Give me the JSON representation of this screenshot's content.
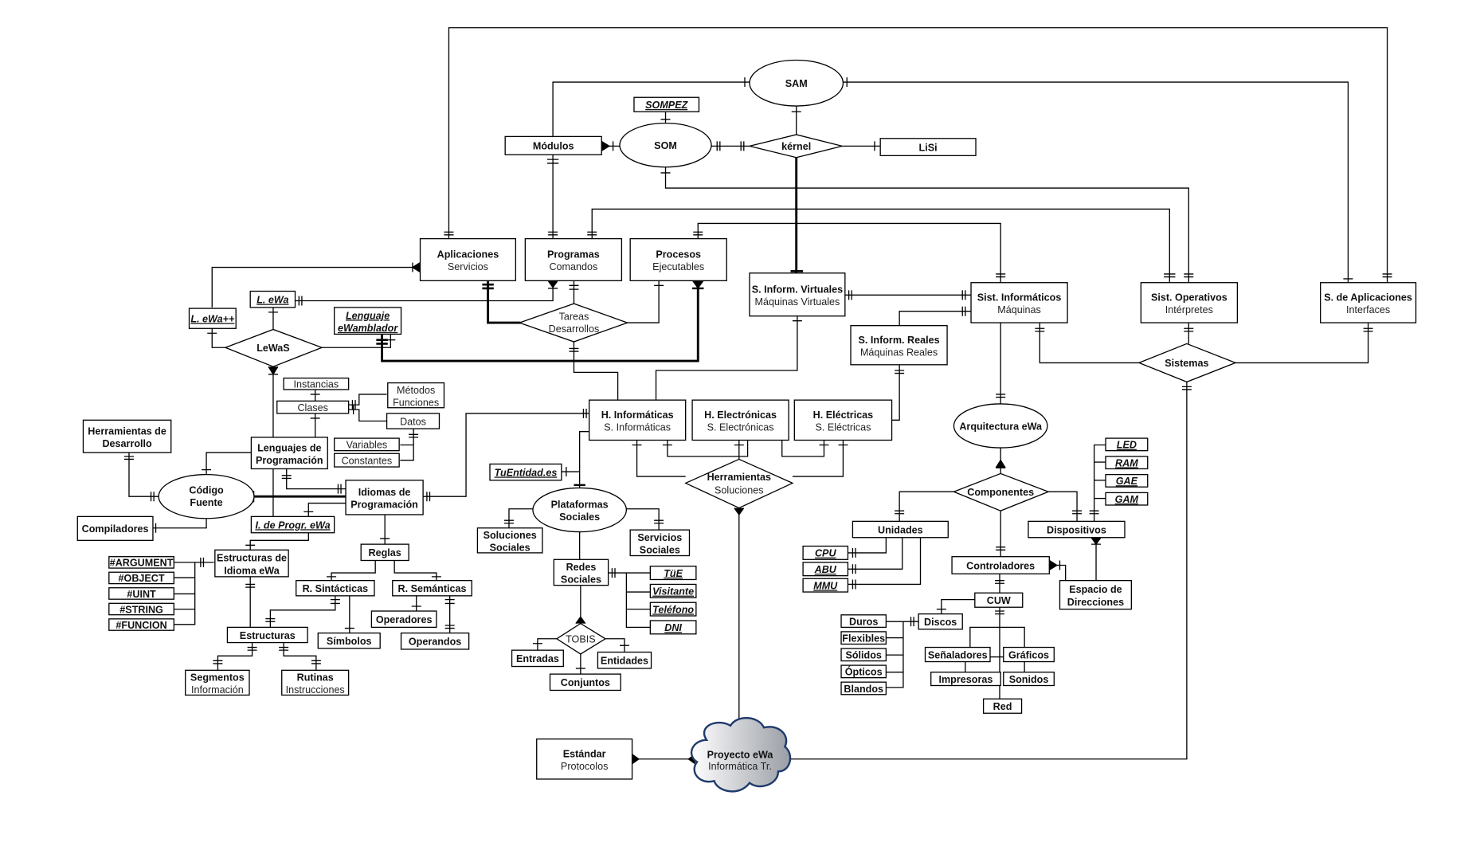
{
  "diagram": {
    "title": "Proyecto eWa - Modelo Entidad-Relación",
    "cloud": {
      "line1": "Proyecto eWa",
      "line2": "Informática Tr.",
      "fill_light": "#ffffff",
      "fill_dark": "#9a9ea5",
      "stroke": "#1f3a6b"
    },
    "entities": {
      "sam": {
        "line1": "SAM"
      },
      "som": {
        "line1": "SOM"
      },
      "sompez": {
        "line1": "SOMPEZ"
      },
      "modulos": {
        "line1": "Módulos"
      },
      "kernel": {
        "line1": "kérnel"
      },
      "lisi": {
        "line1": "LiSi"
      },
      "aplicaciones": {
        "line1": "Aplicaciones",
        "line2": "Servicios"
      },
      "programas": {
        "line1": "Programas",
        "line2": "Comandos"
      },
      "procesos": {
        "line1": "Procesos",
        "line2": "Ejecutables"
      },
      "s_inform_virtuales": {
        "line1": "S. Inform. Virtuales",
        "line2": "Máquinas Virtuales"
      },
      "sist_informaticos": {
        "line1": "Sist. Informáticos",
        "line2": "Máquinas"
      },
      "sist_operativos": {
        "line1": "Sist. Operativos",
        "line2": "Intérpretes"
      },
      "s_de_aplicaciones": {
        "line1": "S. de Aplicaciones",
        "line2": "Interfaces"
      },
      "s_inform_reales": {
        "line1": "S. Inform. Reales",
        "line2": "Máquinas Reales"
      },
      "sistemas": {
        "line1": "Sistemas"
      },
      "tareas": {
        "line1": "Tareas",
        "line2": "Desarrollos"
      },
      "l_ewa": {
        "line1": "L. eWa"
      },
      "l_ewapp": {
        "line1": "L. eWa++"
      },
      "lenguaje_ewamblador": {
        "line1": "Lenguaje",
        "line2": "eWamblador"
      },
      "lewas": {
        "line1": "LeWaS"
      },
      "instancias": {
        "line1": "Instancias"
      },
      "clases": {
        "line1": "Clases"
      },
      "metodos": {
        "line1": "Métodos",
        "line2": "Funciones"
      },
      "datos": {
        "line1": "Datos"
      },
      "variables": {
        "line1": "Variables"
      },
      "constantes": {
        "line1": "Constantes"
      },
      "herramientas_desarrollo": {
        "line1": "Herramientas de",
        "line2": "Desarrollo"
      },
      "lenguajes_programacion": {
        "line1": "Lenguajes de",
        "line2": "Programación"
      },
      "codigo_fuente": {
        "line1": "Código",
        "line2": "Fuente"
      },
      "compiladores": {
        "line1": "Compiladores"
      },
      "idiomas_programacion": {
        "line1": "Idiomas de",
        "line2": "Programación"
      },
      "i_progr_ewa": {
        "line1": "I. de Progr. eWa"
      },
      "estructuras_idioma": {
        "line1": "Estructuras de",
        "line2": "Idioma eWa"
      },
      "hash_items": [
        "#ARGUMENT",
        "#OBJECT",
        "#UINT",
        "#STRING",
        "#FUNCION"
      ],
      "reglas": {
        "line1": "Reglas"
      },
      "r_sintacticas": {
        "line1": "R. Sintácticas"
      },
      "r_semanticas": {
        "line1": "R. Semánticas"
      },
      "operadores": {
        "line1": "Operadores"
      },
      "operandos": {
        "line1": "Operandos"
      },
      "simbolos": {
        "line1": "Símbolos"
      },
      "estructuras": {
        "line1": "Estructuras"
      },
      "segmentos": {
        "line1": "Segmentos",
        "line2": "Información"
      },
      "rutinas": {
        "line1": "Rutinas",
        "line2": "Instrucciones"
      },
      "h_informaticas": {
        "line1": "H. Informáticas",
        "line2": "S. Informáticas"
      },
      "h_electronicas": {
        "line1": "H. Electrónicas",
        "line2": "S. Electrónicas"
      },
      "h_electricas": {
        "line1": "H. Eléctricas",
        "line2": "S. Eléctricas"
      },
      "herramientas_soluciones": {
        "line1": "Herramientas",
        "line2": "Soluciones"
      },
      "tuentidad": {
        "line1": "TuEntidad.es"
      },
      "plataformas_sociales": {
        "line1": "Plataformas",
        "line2": "Sociales"
      },
      "soluciones_sociales": {
        "line1": "Soluciones",
        "line2": "Sociales"
      },
      "servicios_sociales": {
        "line1": "Servicios",
        "line2": "Sociales"
      },
      "redes_sociales": {
        "line1": "Redes",
        "line2": "Sociales"
      },
      "redes_keys": [
        "TüE",
        "Visitante",
        "Teléfono",
        "DNI"
      ],
      "tobis": {
        "line1": "TOBIS"
      },
      "entradas": {
        "line1": "Entradas"
      },
      "entidades": {
        "line1": "Entidades"
      },
      "conjuntos": {
        "line1": "Conjuntos"
      },
      "arquitectura": {
        "line1": "Arquitectura eWa"
      },
      "componentes": {
        "line1": "Componentes"
      },
      "unidades": {
        "line1": "Unidades"
      },
      "unidades_keys": [
        "CPU",
        "ABU",
        "MMU"
      ],
      "dispositivos": {
        "line1": "Dispositivos"
      },
      "dispositivos_keys": [
        "LED",
        "RAM",
        "GAE",
        "GAM"
      ],
      "controladores": {
        "line1": "Controladores"
      },
      "espacio_direcciones": {
        "line1": "Espacio de",
        "line2": "Direcciones"
      },
      "cuw": {
        "line1": "CUW"
      },
      "discos": {
        "line1": "Discos"
      },
      "discos_items": [
        "Duros",
        "Flexibles",
        "Sólidos",
        "Ópticos",
        "Blandos"
      ],
      "senaladores": {
        "line1": "Señaladores"
      },
      "graficos": {
        "line1": "Gráficos"
      },
      "impresoras": {
        "line1": "Impresoras"
      },
      "sonidos": {
        "line1": "Sonidos"
      },
      "red": {
        "line1": "Red"
      },
      "estandar": {
        "line1": "Estándar",
        "line2": "Protocolos"
      }
    }
  }
}
